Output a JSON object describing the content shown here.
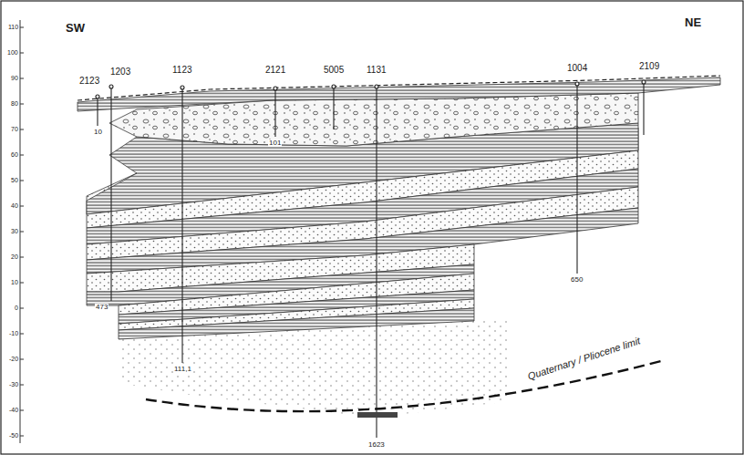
{
  "diagram": {
    "labels": [
      "SW",
      "NE",
      "2123",
      "1203",
      "1123",
      "2121",
      "5005",
      "1131",
      "1004",
      "2109",
      "10",
      "473",
      "111,1",
      "101",
      "650",
      "1623",
      "Quaternary / Pliocene limit",
      "110",
      "100",
      "90",
      "80",
      "70",
      "60",
      "50",
      "40",
      "30",
      "20",
      "10",
      "0",
      "-10",
      "-20",
      "-30",
      "-40",
      "-50"
    ]
  }
}
